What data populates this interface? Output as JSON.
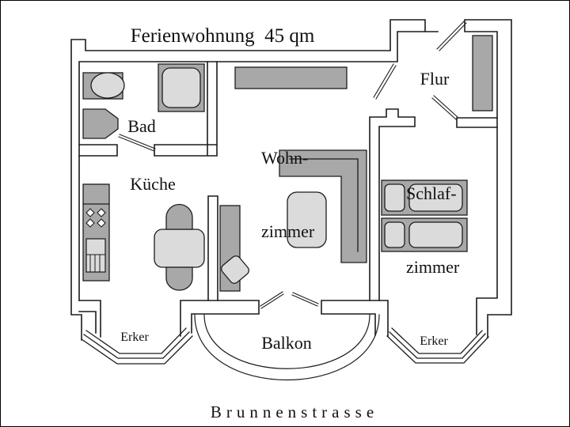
{
  "title": "Ferienwohnung  45 qm",
  "street_label": "Brunnenstrasse",
  "rooms": {
    "bad": "Bad",
    "kueche": "Küche",
    "wohnzimmer_line1": "Wohn-",
    "wohnzimmer_line2": "zimmer",
    "schlafzimmer_line1": "Schlaf-",
    "schlafzimmer_line2": "zimmer",
    "flur": "Flur",
    "balkon": "Balkon",
    "erker_left": "Erker",
    "erker_right": "Erker"
  },
  "furniture": [
    "toilet",
    "washbasin",
    "shower",
    "kitchen-counter-stove-sink",
    "dining-table",
    "chairs",
    "corner-sofa",
    "coffee-table",
    "chaise-longue",
    "armchair",
    "sideboard",
    "wardrobe",
    "bed-1",
    "bed-2"
  ],
  "colors": {
    "wall": "#1c1c1c",
    "furniture_dark": "#a8a8a8",
    "furniture_light": "#dbdbdb",
    "background": "#ffffff",
    "text": "#111111"
  }
}
